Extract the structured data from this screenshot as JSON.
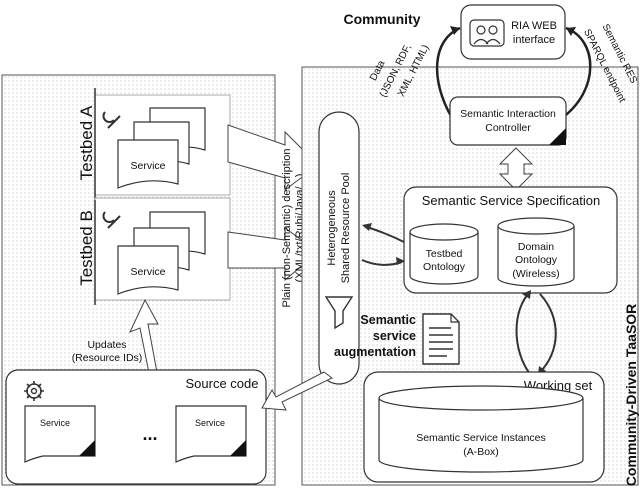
{
  "community": {
    "title": "Community",
    "ria_line1": "RIA WEB",
    "ria_line2": "interface",
    "data_arrow_line1": "Data",
    "data_arrow_line2": "(JSON, RDF,",
    "data_arrow_line3": "XML, HTML)",
    "semantic_arrow_line1": "Semantic RES",
    "semantic_arrow_line2": "SPARQL endpoint",
    "controller_line1": "Semantic Interaction",
    "controller_line2": "Controller"
  },
  "testbeds": {
    "testbed_a": "Testbed A",
    "testbed_b": "Testbed B",
    "service_label": "Service"
  },
  "pool": {
    "line1": "Heterogeneous",
    "line2": "Shared Resource Pool",
    "plain_line1": "Plain (non-Semantic) description",
    "plain_line2": "(XML/txt/Rubi/Java/...)"
  },
  "updates": {
    "line1": "Updates",
    "line2": "(Resource IDs)"
  },
  "source_code": {
    "title": "Source code",
    "service_label": "Service",
    "ellipsis": "..."
  },
  "spec": {
    "title": "Semantic Service Specification",
    "testbed_ontology_line1": "Testbed",
    "testbed_ontology_line2": "Ontology",
    "domain_ontology_line1": "Domain",
    "domain_ontology_line2": "Ontology",
    "domain_ontology_line3": "(Wireless)"
  },
  "augmentation": {
    "line1": "Semantic",
    "line2": "service",
    "line3": "augmentation"
  },
  "working_set": {
    "title": "Working set",
    "instances_line1": "Semantic Service Instances",
    "instances_line2": "(A-Box)"
  },
  "panel_title": "Community-Driven TaaSOR"
}
